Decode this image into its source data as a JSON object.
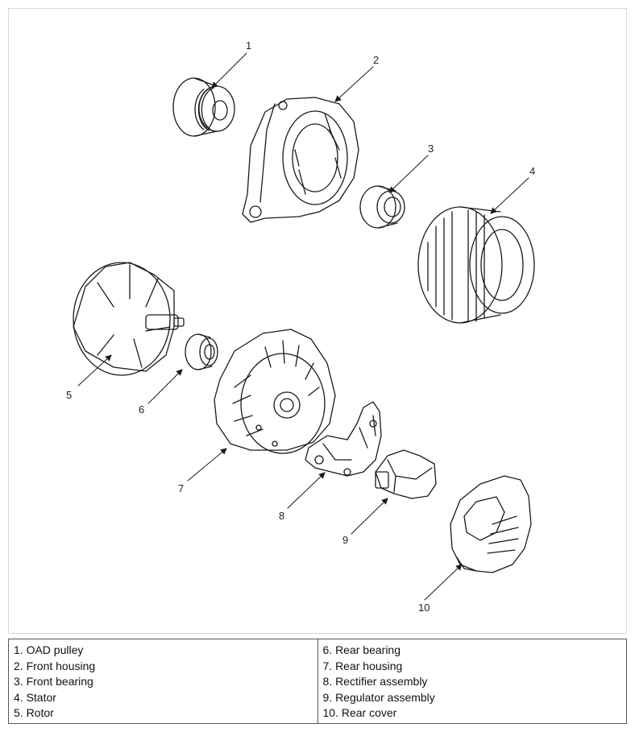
{
  "callouts": [
    "1",
    "2",
    "3",
    "4",
    "5",
    "6",
    "7",
    "8",
    "9",
    "10"
  ],
  "legend": {
    "left": [
      "1. OAD pulley",
      "2. Front housing",
      "3. Front bearing",
      "4. Stator",
      "5. Rotor"
    ],
    "right": [
      "6. Rear bearing",
      "7. Rear housing",
      "8. Rectifier assembly",
      "9. Regulator assembly",
      "10. Rear cover"
    ]
  }
}
